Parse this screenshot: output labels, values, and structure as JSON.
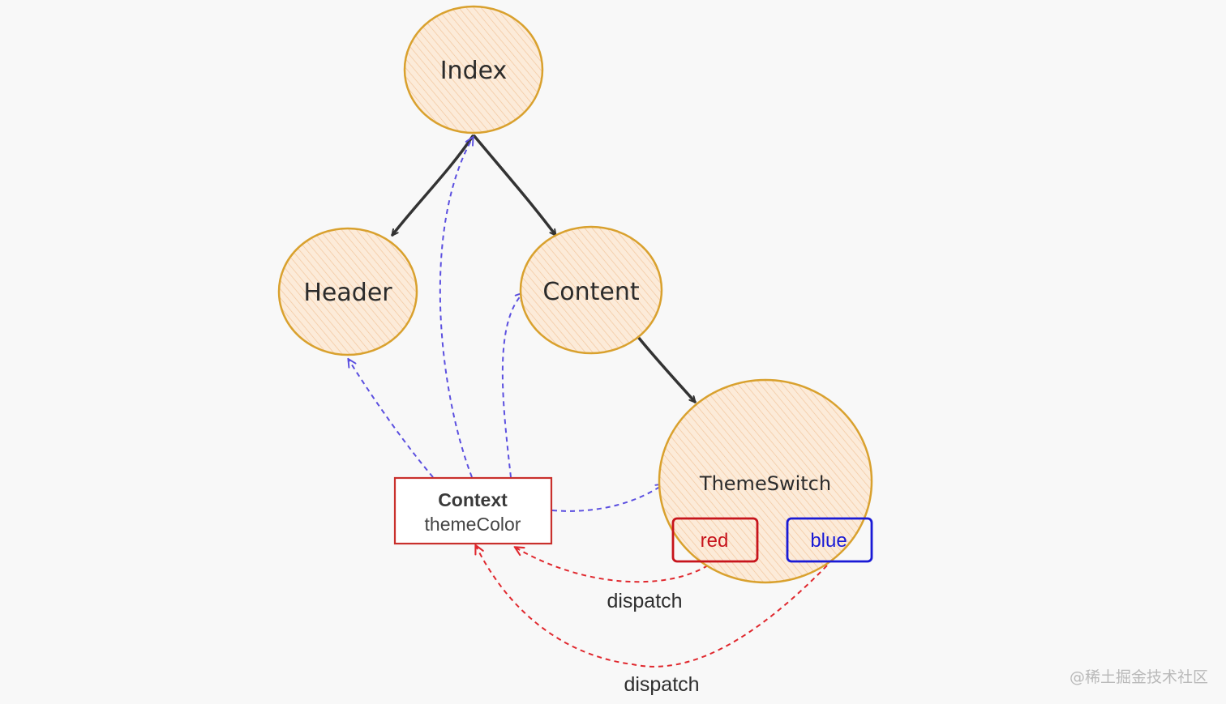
{
  "colors": {
    "node_fill": "#fbe3cc",
    "node_stroke": "#d9a12e",
    "tree_edge": "#333333",
    "context_edge": "#5b4fe0",
    "dispatch_edge": "#e0282e",
    "context_box": "#c9302c",
    "red_button": "#c7141c",
    "blue_button": "#1a1ad6"
  },
  "nodes": {
    "index": "Index",
    "header": "Header",
    "content": "Content",
    "theme_switch": "ThemeSwitch"
  },
  "context_box": {
    "title": "Context",
    "subtitle": "themeColor"
  },
  "buttons": {
    "red": "red",
    "blue": "blue"
  },
  "edge_labels": {
    "dispatch_1": "dispatch",
    "dispatch_2": "dispatch"
  },
  "watermark": "@稀土掘金技术社区"
}
